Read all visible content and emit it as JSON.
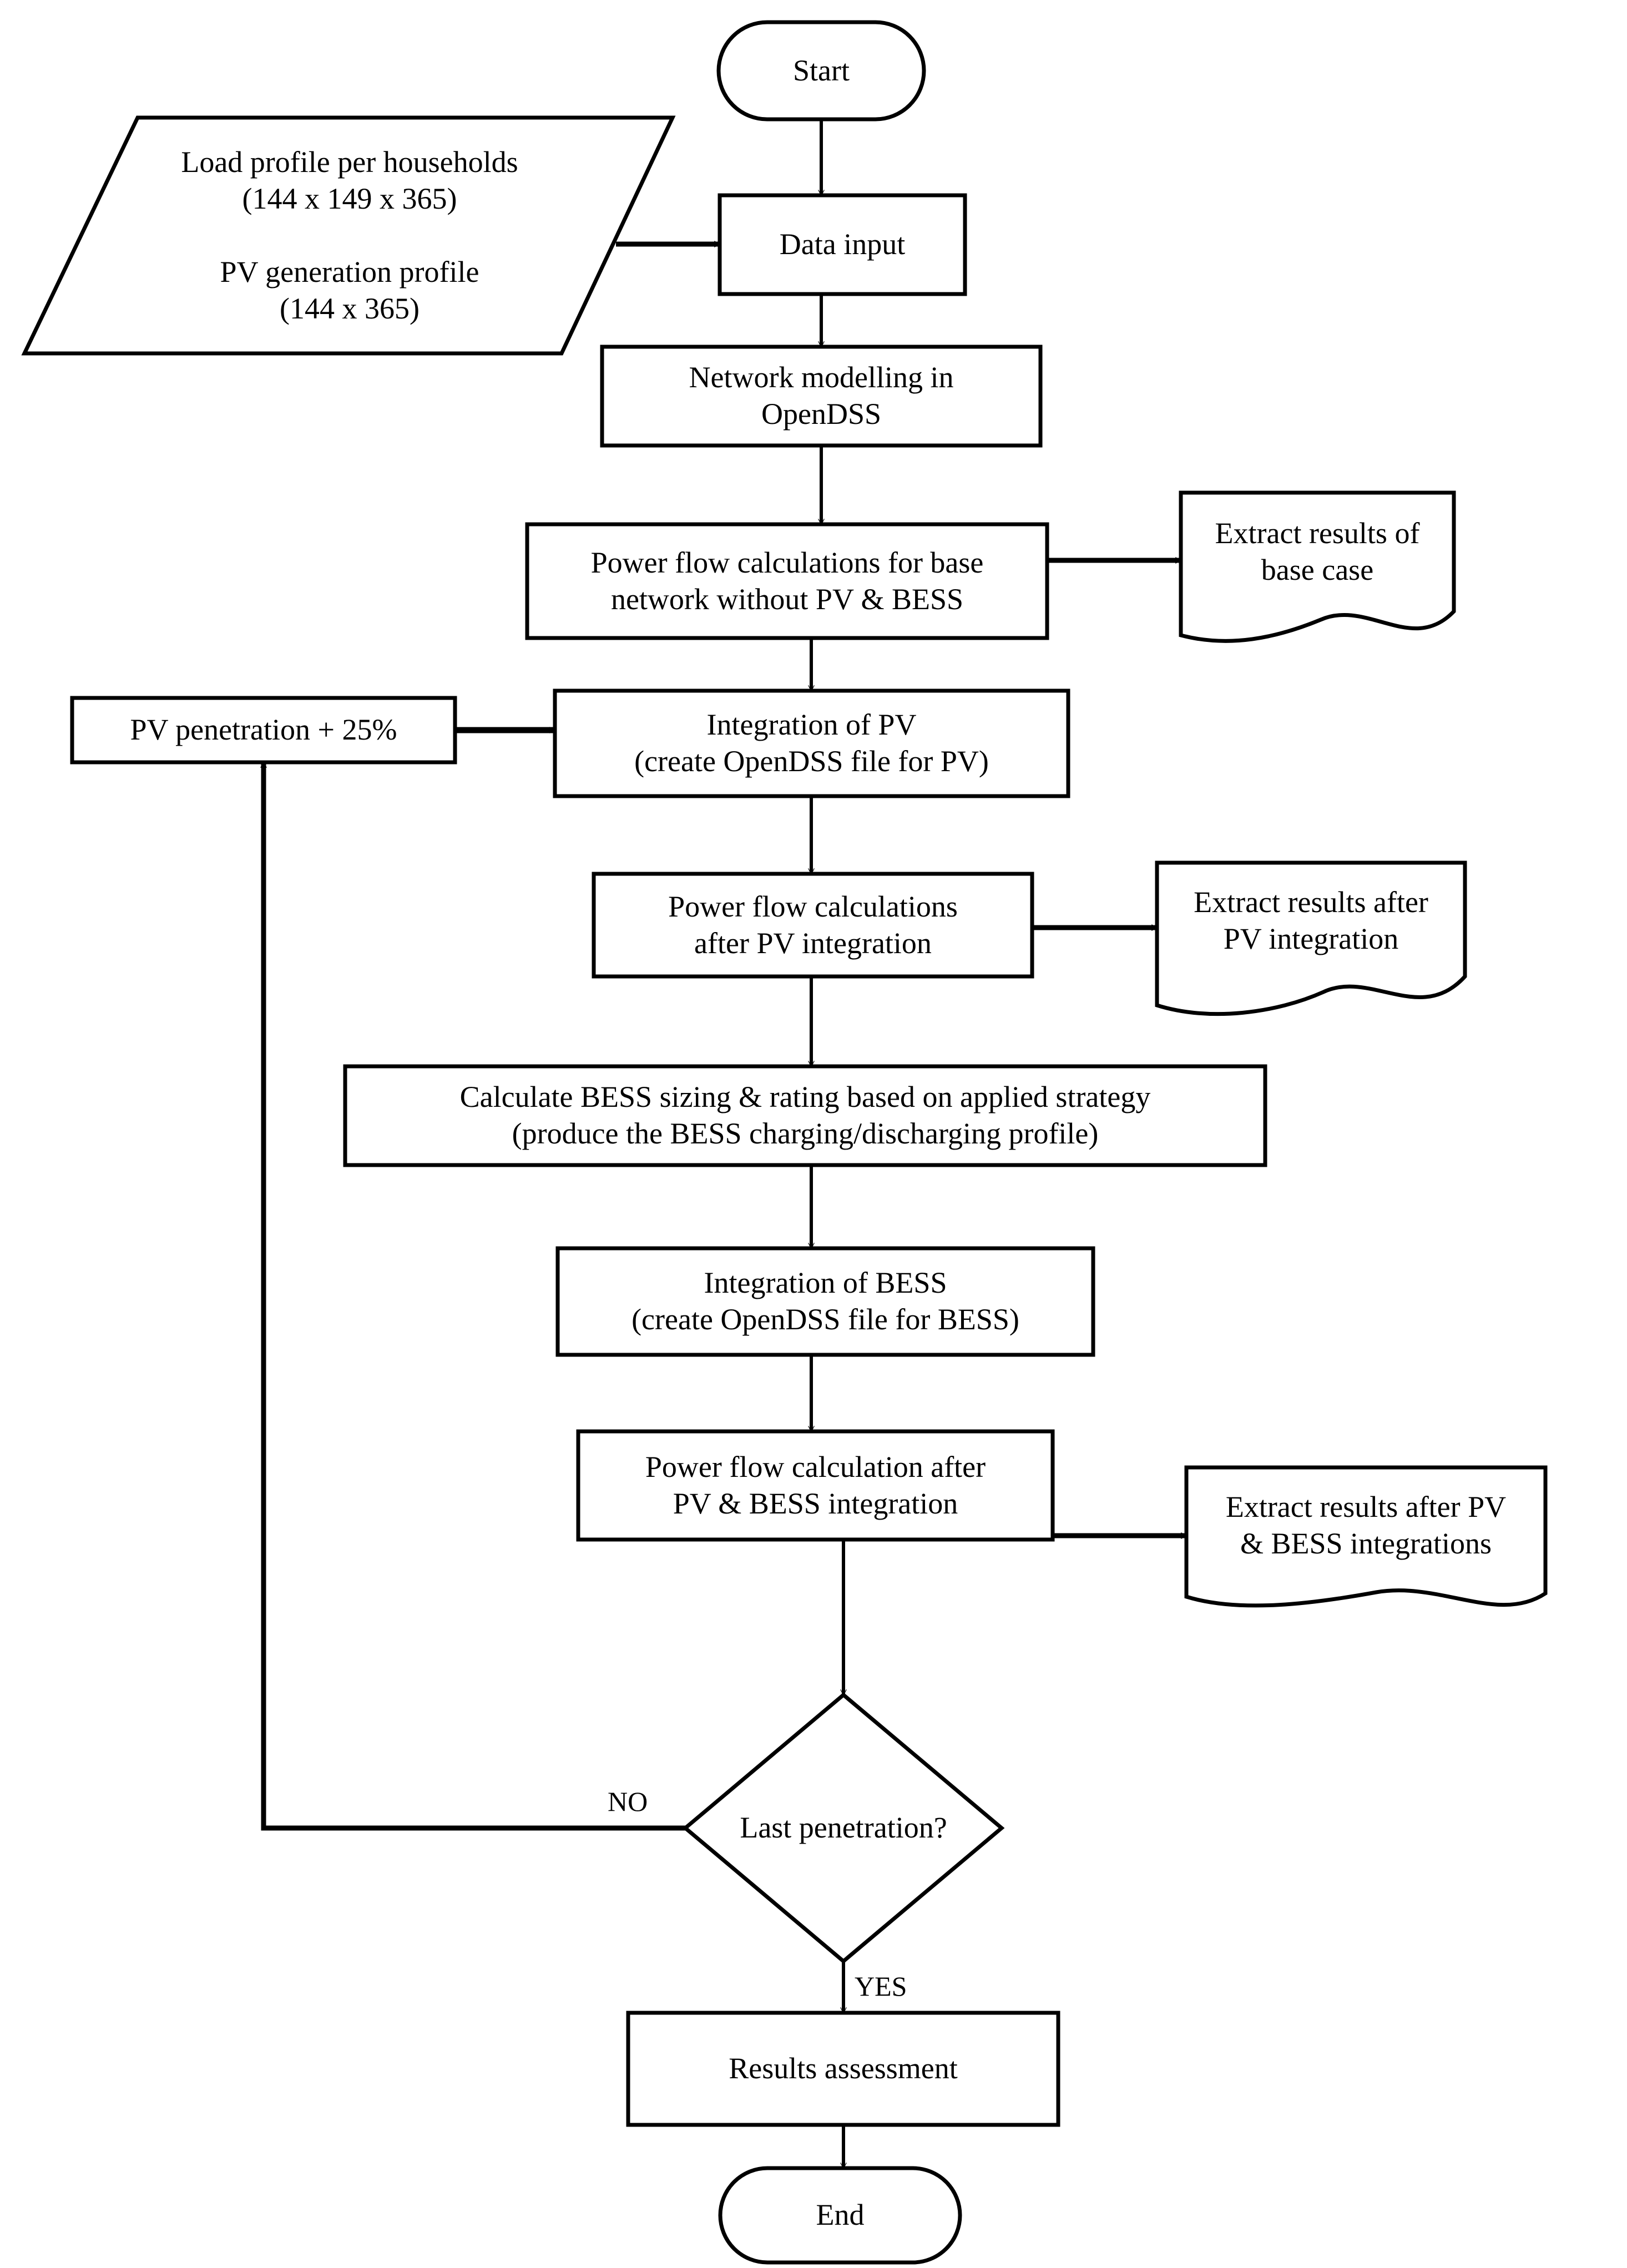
{
  "diagram": {
    "title": "PV and BESS integration study methodology flowchart",
    "stroke_color": "#000000",
    "fill_color": "#ffffff",
    "background": "#ffffff"
  },
  "nodes": {
    "start": {
      "label": "Start",
      "shape": "terminator"
    },
    "input_data": {
      "label": "Load profile per households\n(144 x 149 x 365)\n\nPV generation profile\n(144 x 365)",
      "shape": "parallelogram"
    },
    "data_input": {
      "label": "Data input",
      "shape": "process"
    },
    "network_modelling": {
      "label": "Network modelling in\nOpenDSS",
      "shape": "process"
    },
    "power_flow_base": {
      "label": "Power flow calculations for base\nnetwork without PV & BESS",
      "shape": "process"
    },
    "extract_base": {
      "label": "Extract results of\nbase case",
      "shape": "document"
    },
    "pv_penetration": {
      "label": "PV penetration + 25%",
      "shape": "process"
    },
    "integration_pv": {
      "label": "Integration of PV\n(create OpenDSS file for PV)",
      "shape": "process"
    },
    "power_flow_pv": {
      "label": "Power flow calculations\nafter PV integration",
      "shape": "process"
    },
    "extract_pv": {
      "label": "Extract results  after\nPV integration",
      "shape": "document"
    },
    "calculate_bess": {
      "label": "Calculate BESS sizing & rating based on applied strategy\n(produce the BESS charging/discharging profile)",
      "shape": "process"
    },
    "integration_bess": {
      "label": "Integration of BESS\n(create OpenDSS file for BESS)",
      "shape": "process"
    },
    "power_flow_bess": {
      "label": "Power flow calculation after\nPV & BESS integration",
      "shape": "process"
    },
    "extract_bess": {
      "label": "Extract results after PV\n& BESS integrations",
      "shape": "document"
    },
    "last_penetration": {
      "label": "Last penetration?",
      "shape": "decision"
    },
    "results_assessment": {
      "label": "Results assessment",
      "shape": "process"
    },
    "end": {
      "label": "End",
      "shape": "terminator"
    }
  },
  "edge_labels": {
    "no": "NO",
    "yes": "YES"
  },
  "edges": [
    {
      "from": "start",
      "to": "data_input",
      "label": ""
    },
    {
      "from": "input_data",
      "to": "data_input",
      "label": ""
    },
    {
      "from": "data_input",
      "to": "network_modelling",
      "label": ""
    },
    {
      "from": "network_modelling",
      "to": "power_flow_base",
      "label": ""
    },
    {
      "from": "power_flow_base",
      "to": "extract_base",
      "label": ""
    },
    {
      "from": "power_flow_base",
      "to": "integration_pv",
      "label": ""
    },
    {
      "from": "pv_penetration",
      "to": "integration_pv",
      "label": ""
    },
    {
      "from": "integration_pv",
      "to": "power_flow_pv",
      "label": ""
    },
    {
      "from": "power_flow_pv",
      "to": "extract_pv",
      "label": ""
    },
    {
      "from": "power_flow_pv",
      "to": "calculate_bess",
      "label": ""
    },
    {
      "from": "calculate_bess",
      "to": "integration_bess",
      "label": ""
    },
    {
      "from": "integration_bess",
      "to": "power_flow_bess",
      "label": ""
    },
    {
      "from": "power_flow_bess",
      "to": "extract_bess",
      "label": ""
    },
    {
      "from": "power_flow_bess",
      "to": "last_penetration",
      "label": ""
    },
    {
      "from": "last_penetration",
      "to": "pv_penetration",
      "label": "NO"
    },
    {
      "from": "last_penetration",
      "to": "results_assessment",
      "label": "YES"
    },
    {
      "from": "results_assessment",
      "to": "end",
      "label": ""
    }
  ]
}
